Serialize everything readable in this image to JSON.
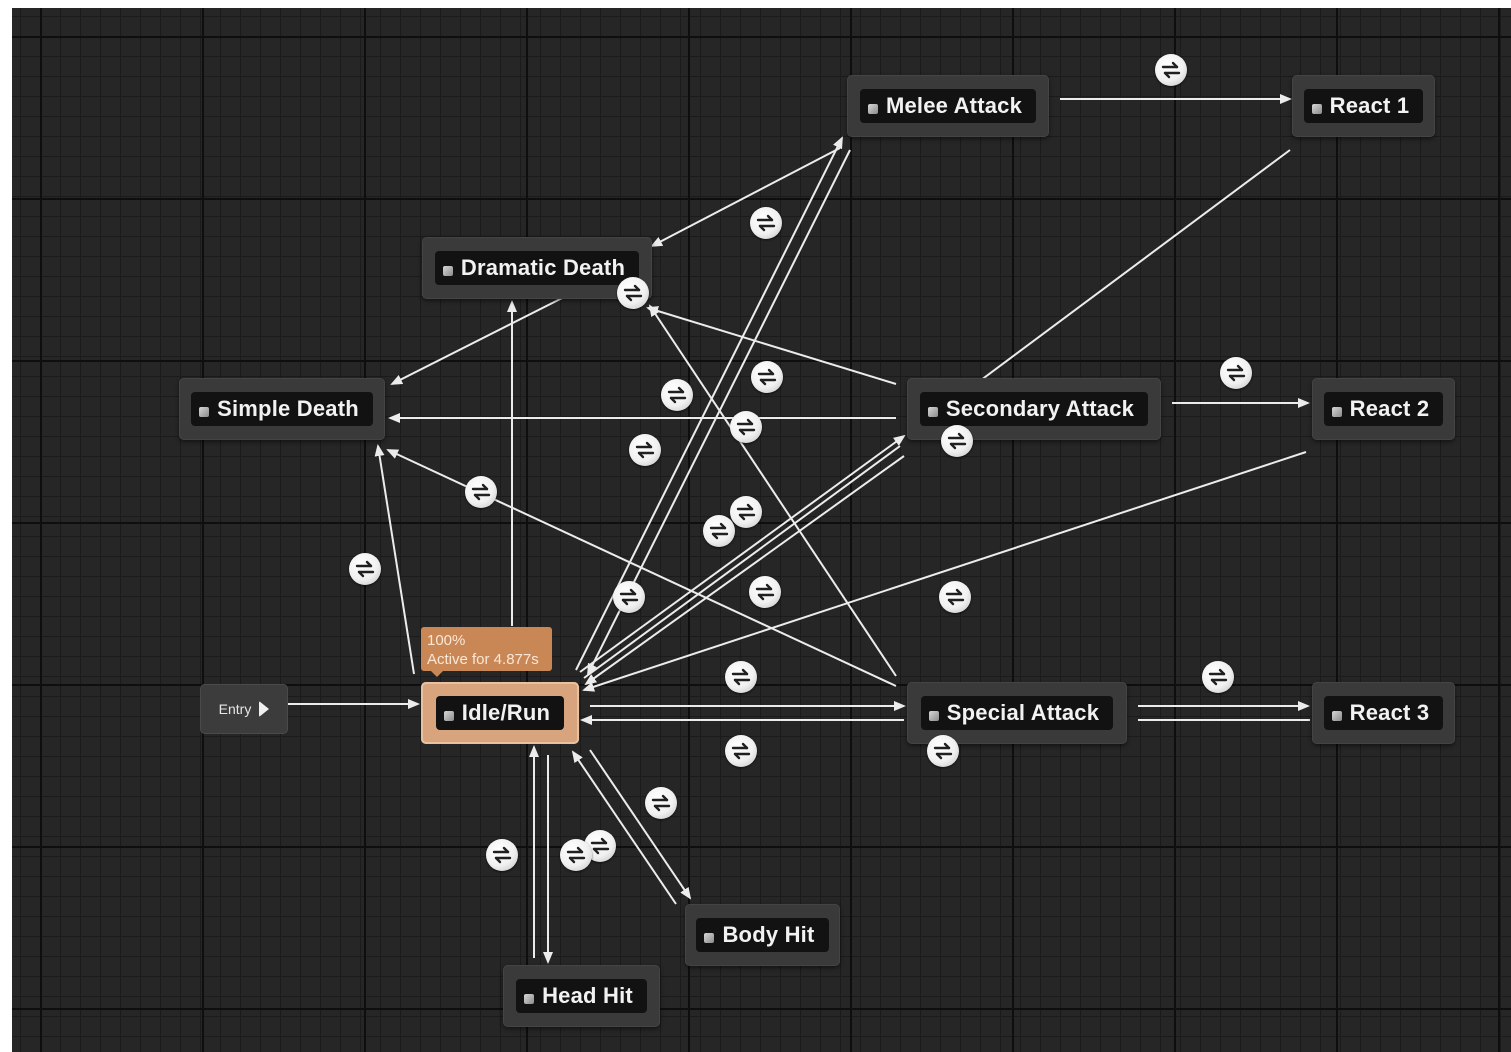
{
  "entry": {
    "label": "Entry"
  },
  "active_state": {
    "percent": "100%",
    "active_for": "Active for 4.877s"
  },
  "states": {
    "idle_run": "Idle/Run",
    "melee_attack": "Melee Attack",
    "react_1": "React 1",
    "dramatic_death": "Dramatic Death",
    "simple_death": "Simple Death",
    "secondary_attack": "Secondary Attack",
    "react_2": "React 2",
    "special_attack": "Special Attack",
    "react_3": "React 3",
    "body_hit": "Body Hit",
    "head_hit": "Head Hit"
  },
  "icons": {
    "state": "state-node-icon",
    "entry": "entry-arrow-icon",
    "transition": "transition-rule-icon"
  },
  "colors": {
    "background": "#262626",
    "grid_major": "#0e0e0e",
    "node_body": "#3a3a3a",
    "node_inner": "#121212",
    "active_node": "#d7a47e",
    "badge": "#c98756",
    "wire": "#ececec"
  }
}
